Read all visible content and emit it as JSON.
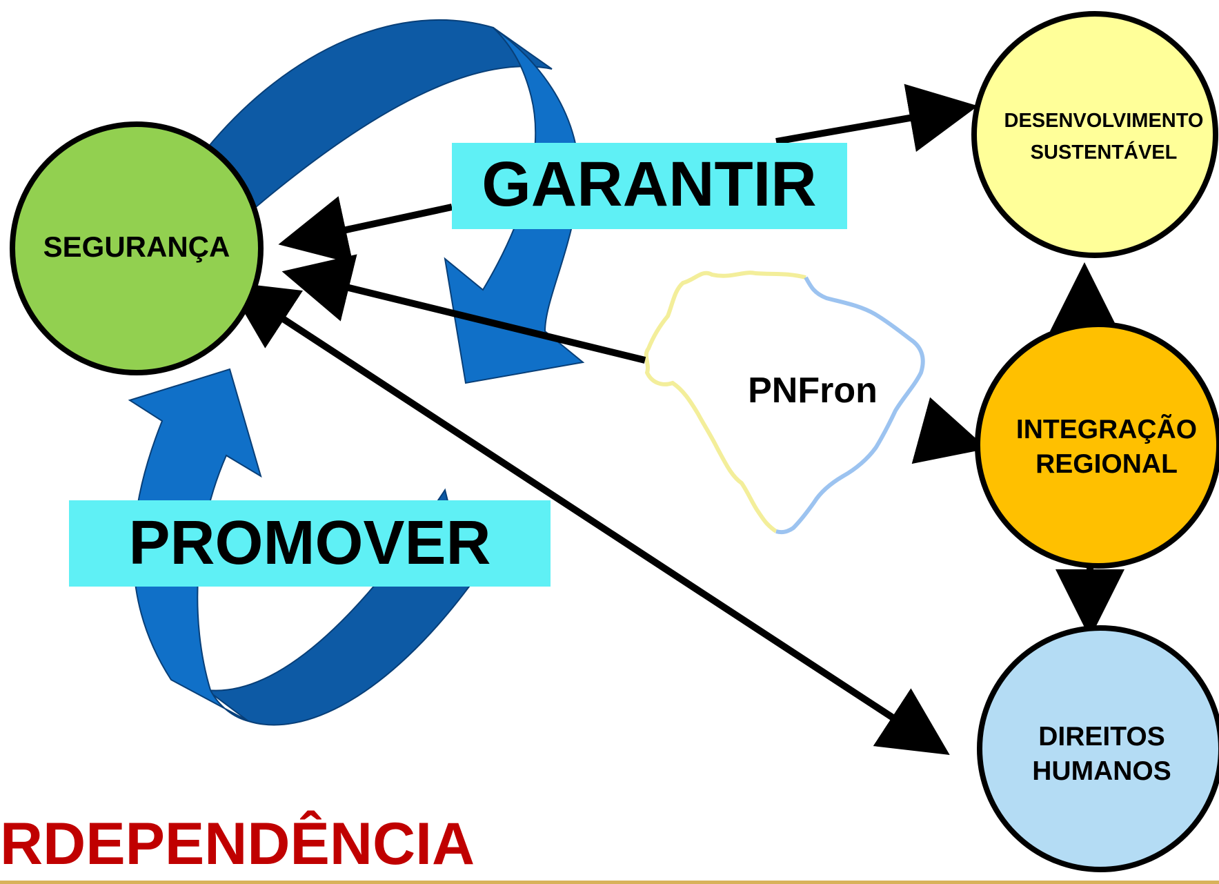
{
  "nodes": {
    "seguranca": {
      "label": "SEGURANÇA",
      "fill": "#92d050"
    },
    "desenvolvimento": {
      "line1": "DESENVOLVIMENTO",
      "line2": "SUSTENTÁVEL",
      "fill": "#ffff99"
    },
    "integracao": {
      "line1": "INTEGRAÇÃO",
      "line2": "REGIONAL",
      "fill": "#ffc000"
    },
    "direitos": {
      "line1": "DIREITOS",
      "line2": "HUMANOS",
      "fill": "#b4dcf4"
    }
  },
  "labels": {
    "garantir": "GARANTIR",
    "promover": "PROMOVER",
    "pnfron": "PNFron",
    "interdependencia": "RDEPENDÊNCIA"
  },
  "colors": {
    "label_box": "#5ff0f5",
    "curved_arrow": "#1070c8",
    "curved_arrow_dark": "#0d5aa5",
    "connector": "#000000",
    "title_red": "#c00000",
    "map_outline_yellow": "#f3ee9a",
    "map_outline_blue": "#9cc3f0",
    "bottom_rule": "#d8b25a"
  }
}
